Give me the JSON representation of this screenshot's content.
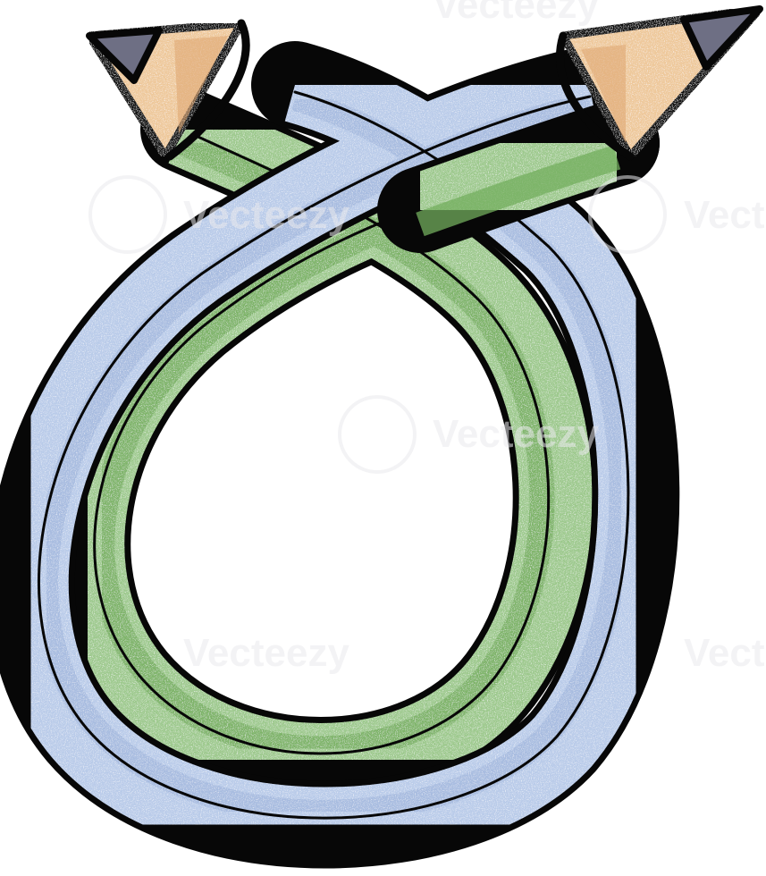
{
  "illustration": {
    "subject": "two cartoon colored pencils twisted into a loop",
    "colors": {
      "outline": "#070707",
      "blue_pencil": "#b9cbe9",
      "blue_pencil_shade": "#9fb6dd",
      "green_pencil": "#9dc98d",
      "green_pencil_shade": "#73ad5e",
      "wood": "#eec89a",
      "wood_shade": "#dfa875",
      "graphite": "#6e6f84"
    }
  },
  "watermark": {
    "brand": "Vecteezy",
    "repeats": [
      {
        "text": "Vecteezy"
      },
      {
        "text": "Vecteezy"
      },
      {
        "text": "Vecteezy"
      },
      {
        "text": "Vecteezy"
      },
      {
        "text": "Vecteezy"
      },
      {
        "text": "Vecteezy"
      }
    ]
  }
}
